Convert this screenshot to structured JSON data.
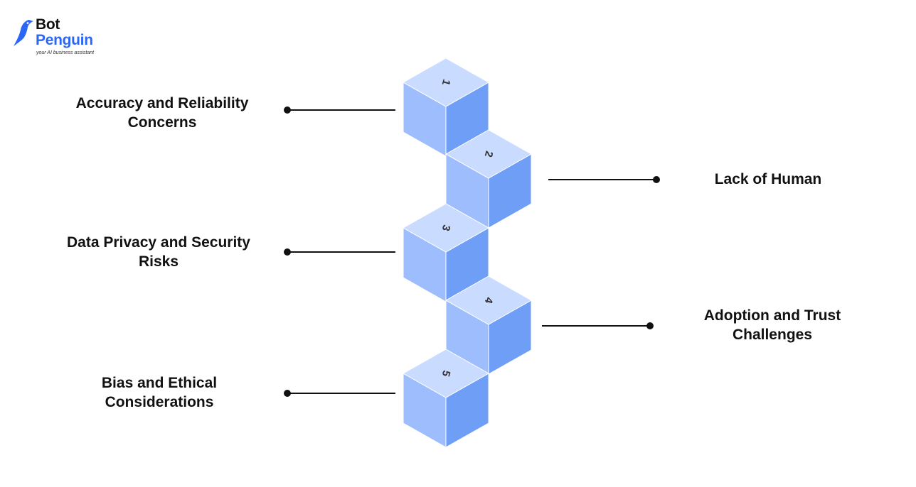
{
  "brand": {
    "name_line1": "Bot",
    "name_line2": "Penguin",
    "tagline": "your AI business assistant",
    "colors": {
      "dark": "#111111",
      "blue": "#2b66f6"
    }
  },
  "steps": [
    {
      "number": "1",
      "label_lines": [
        "Accuracy and Reliability",
        "Concerns"
      ]
    },
    {
      "number": "2",
      "label_lines": [
        "Lack of Human"
      ]
    },
    {
      "number": "3",
      "label_lines": [
        "Data Privacy and Security",
        "Risks"
      ]
    },
    {
      "number": "4",
      "label_lines": [
        "Adoption and Trust",
        "Challenges"
      ]
    },
    {
      "number": "5",
      "label_lines": [
        "Bias and Ethical",
        "Considerations"
      ]
    }
  ],
  "cube_colors": {
    "top": "#c9dbff",
    "left": "#9dbdfd",
    "right": "#6e9ef6",
    "edge": "#ffffff",
    "number": "#333333"
  },
  "connector_color": "#111111"
}
